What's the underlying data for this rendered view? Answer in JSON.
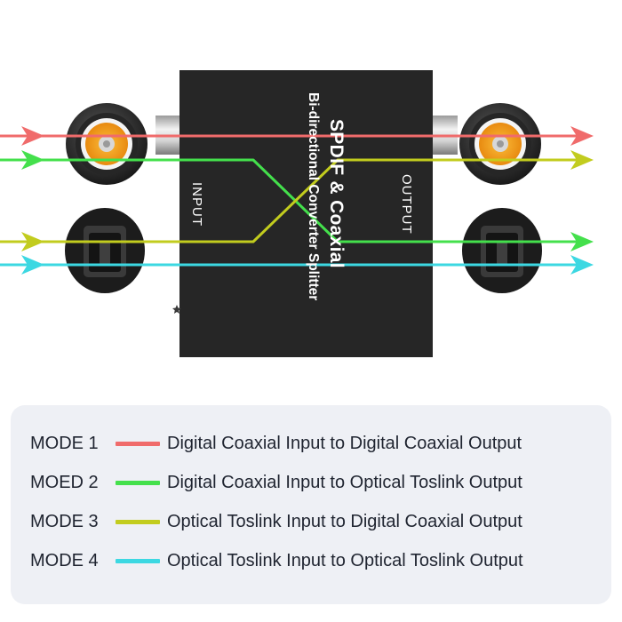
{
  "device": {
    "title": "SPDIF & Coaxial",
    "subtitle": "Bi-directional Converter Splitter",
    "input_label": "INPUT",
    "output_label": "OUTPUT"
  },
  "colors": {
    "mode1": "#f06b6b",
    "mode2": "#44e04c",
    "mode3": "#c2cc1e",
    "mode4": "#3cd8e2",
    "device_body": "#262626",
    "rca_center": "#f39a1a",
    "legend_bg": "#eef0f5"
  },
  "icons": [
    "rca-coaxial-jack-icon",
    "optical-toslink-port-icon",
    "arrow-right-icon"
  ],
  "legend": {
    "modes": [
      {
        "label": "MODE 1",
        "description": "Digital Coaxial Input to Digital Coaxial Output",
        "color": "#f06b6b"
      },
      {
        "label": "MOED 2",
        "description": "Digital Coaxial Input to Optical Toslink Output",
        "color": "#44e04c"
      },
      {
        "label": "MODE 3",
        "description": "Optical Toslink Input to Digital Coaxial Output",
        "color": "#c2cc1e"
      },
      {
        "label": "MODE 4",
        "description": "Optical Toslink Input to Optical Toslink Output",
        "color": "#3cd8e2"
      }
    ]
  }
}
